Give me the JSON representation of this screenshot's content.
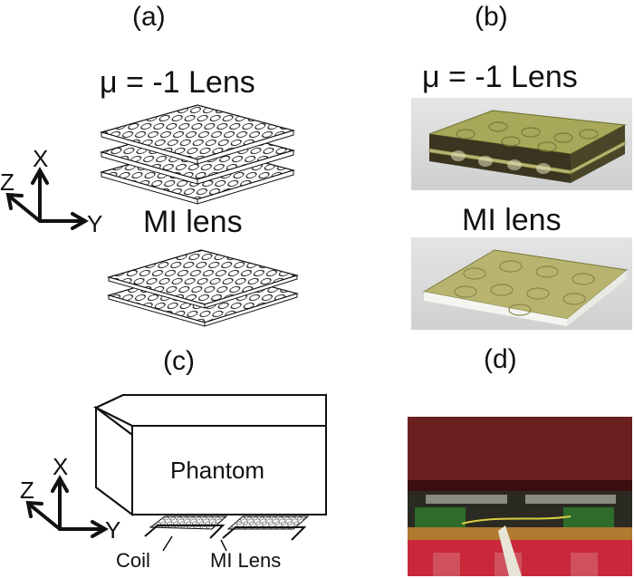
{
  "panels": {
    "a": {
      "label": "(a)",
      "lens1_title": "μ = -1 Lens",
      "lens2_title": "MI lens",
      "axes": {
        "x": "X",
        "y": "Y",
        "z": "Z"
      }
    },
    "b": {
      "label": "(b)",
      "lens1_title": "μ = -1 Lens",
      "lens2_title": "MI lens"
    },
    "c": {
      "label": "(c)",
      "phantom_label": "Phantom",
      "coil_label": "Coil",
      "lens_label": "MI Lens",
      "axes": {
        "x": "X",
        "y": "Y",
        "z": "Z"
      }
    },
    "d": {
      "label": "(d)"
    }
  },
  "colors": {
    "pcb_green": "#9a9a4a",
    "pcb_light": "#c8c07a",
    "dark_red": "#5a1a1a",
    "foam_red": "#c8283a",
    "line": "#111111"
  }
}
